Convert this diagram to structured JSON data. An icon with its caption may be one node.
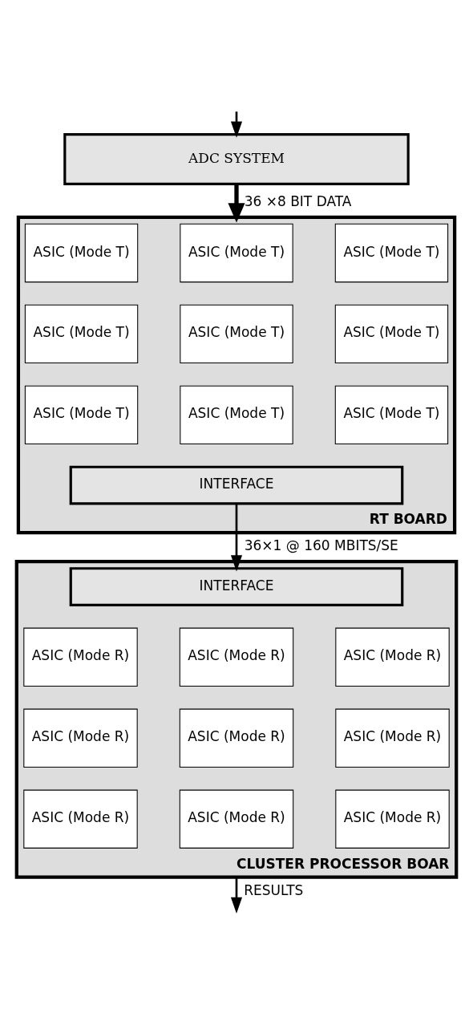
{
  "diagram": {
    "nodes": [
      {
        "text": [
          "ADC SYSTEM"
        ]
      },
      {
        "text": [
          "RT BOARD"
        ]
      },
      {
        "text": [
          "ASIC (Mode T)"
        ],
        "in": 1
      },
      {
        "text": [
          "ASIC (Mode T)"
        ],
        "in": 1
      },
      {
        "text": [
          "ASIC (Mode T)"
        ],
        "in": 1
      },
      {
        "text": [
          "ASIC (Mode T)"
        ],
        "in": 1
      },
      {
        "text": [
          "ASIC (Mode T)"
        ],
        "in": 1
      },
      {
        "text": [
          "ASIC (Mode T)"
        ],
        "in": 1
      },
      {
        "text": [
          "ASIC (Mode T)"
        ],
        "in": 1
      },
      {
        "text": [
          "ASIC (Mode T)"
        ],
        "in": 1
      },
      {
        "text": [
          "ASIC (Mode T)"
        ],
        "in": 1
      },
      {
        "text": [
          "INTERFACE"
        ],
        "in": 1
      },
      {
        "text": [
          "CLUSTER PROCESSOR BOAR"
        ]
      },
      {
        "text": [
          "INTERFACE"
        ],
        "in": 12
      },
      {
        "text": [
          "ASIC (Mode R)"
        ],
        "in": 12
      },
      {
        "text": [
          "ASIC (Mode R)"
        ],
        "in": 12
      },
      {
        "text": [
          "ASIC (Mode R)"
        ],
        "in": 12
      },
      {
        "text": [
          "ASIC (Mode R)"
        ],
        "in": 12
      },
      {
        "text": [
          "ASIC (Mode R)"
        ],
        "in": 12
      },
      {
        "text": [
          "ASIC (Mode R)"
        ],
        "in": 12
      },
      {
        "text": [
          "ASIC (Mode R)"
        ],
        "in": 12
      },
      {
        "text": [
          "ASIC (Mode R)"
        ],
        "in": 12
      },
      {
        "text": [
          "ASIC (Mode R)"
        ],
        "in": 12
      }
    ],
    "edges": [
      {
        "from": null,
        "to": 0,
        "arrow": "to"
      },
      {
        "from": 0,
        "to": 1,
        "arrow": "to",
        "label": "36 ×8 BIT DATA",
        "style": "thick"
      },
      {
        "from": 11,
        "to": 13,
        "arrow": "to",
        "label": "36×1 @ 160 MBITS/SE"
      },
      {
        "from": 12,
        "to": null,
        "arrow": "to",
        "label": "RESULTS"
      }
    ]
  }
}
